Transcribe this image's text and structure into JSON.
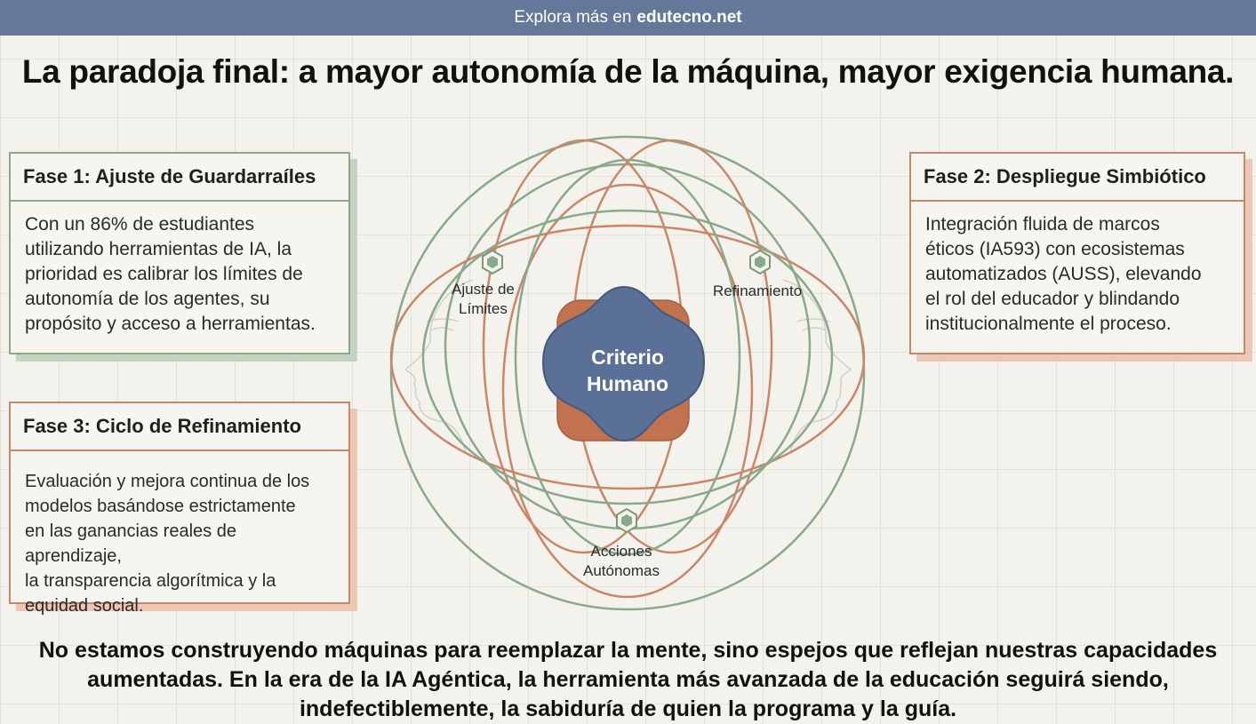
{
  "header": {
    "prefix": "Explora más en",
    "site": "edutecno.net"
  },
  "title": "La paradoja final: a mayor autonomía de la máquina, mayor exigencia humana.",
  "cards": {
    "fase1": {
      "title": "Fase 1: Ajuste de Guardarraíles",
      "lines": [
        "Con un 86% de estudiantes",
        "utilizando herramientas de IA, la",
        "prioridad es calibrar los límites de",
        "autonomía de los agentes, su",
        "propósito y acceso a herramientas."
      ]
    },
    "fase2": {
      "title": "Fase 2: Despliegue Simbiótico",
      "lines": [
        "Integración fluida de marcos",
        "éticos (IA593) con ecosistemas",
        "automatizados (AUSS), elevando",
        "el rol del educador y blindando",
        "institucionalmente el proceso."
      ]
    },
    "fase3": {
      "title": "Fase 3: Ciclo de Refinamiento",
      "lines": [
        "Evaluación y mejora continua de los",
        "modelos basándose estrictamente",
        "en las ganancias reales de aprendizaje,",
        "la transparencia algorítmica y la",
        "equidad social."
      ]
    }
  },
  "diagram": {
    "core": [
      "Criterio",
      "Humano"
    ],
    "nodes": {
      "ajuste": [
        "Ajuste de",
        "Límites"
      ],
      "refinamiento": [
        "Refinamiento"
      ],
      "acciones": [
        "Acciones",
        "Autónomas"
      ]
    },
    "colors": {
      "green": "#8aa88a",
      "orange": "#c9876a",
      "core_blue": "#5b7096",
      "core_orange": "#c1724f"
    }
  },
  "footer": {
    "lines": [
      "No estamos construyendo máquinas para reemplazar la mente, sino espejos que reflejan nuestras capacidades",
      "aumentadas. En la era de la IA Agéntica, la herramienta más avanzada de la educación seguirá siendo,",
      "indefectiblemente, la sabiduría de quien la programa y la guía."
    ]
  }
}
